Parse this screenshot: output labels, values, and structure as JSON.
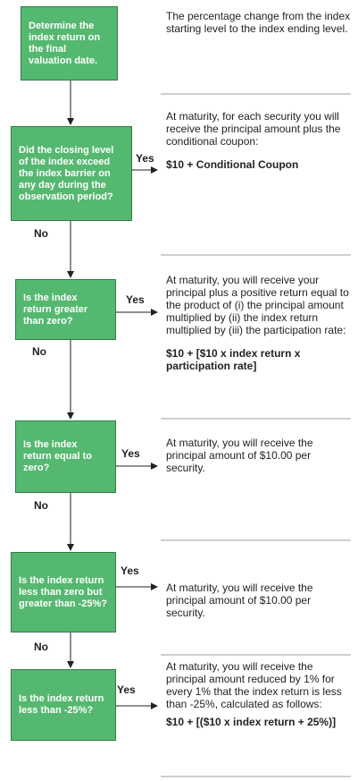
{
  "steps": [
    {
      "question": "Determine the index return on the final valuation date.",
      "description": "The percentage change from the index starting level to the index ending level.",
      "formula": ""
    },
    {
      "question": "Did the closing level of the index exceed the index barrier on any day during the observation period?",
      "yes_label": "Yes",
      "no_label": "No",
      "description": "At maturity, for each security you will receive the principal amount plus the conditional coupon:",
      "formula": "$10 + Conditional Coupon"
    },
    {
      "question": "Is the index return greater than zero?",
      "yes_label": "Yes",
      "no_label": "No",
      "description": "At maturity, you will receive your principal plus a positive return equal to the product of (i) the principal amount multiplied by (ii) the index return multiplied by (iii) the participation rate:",
      "formula": "$10 + [$10 x index return x participation rate]"
    },
    {
      "question": "Is the index return equal to zero?",
      "yes_label": "Yes",
      "no_label": "No",
      "description": "At maturity, you will receive the principal amount of $10.00 per security.",
      "formula": ""
    },
    {
      "question": "Is the index return less than zero but greater than -25%?",
      "yes_label": "Yes",
      "no_label": "No",
      "description": "At maturity, you will receive the principal amount of $10.00 per security.",
      "formula": ""
    },
    {
      "question": "Is the index return less than -25%?",
      "yes_label": "Yes",
      "description": "At maturity, you will receive the principal amount reduced by 1% for every 1% that the index return is less than -25%, calculated as follows:",
      "formula": "$10 + [($10 x index return + 25%)]"
    }
  ],
  "colors": {
    "box_fill": "#55b870",
    "box_border": "#2f7d47",
    "text": "#222222",
    "divider": "#cfcfcf"
  }
}
